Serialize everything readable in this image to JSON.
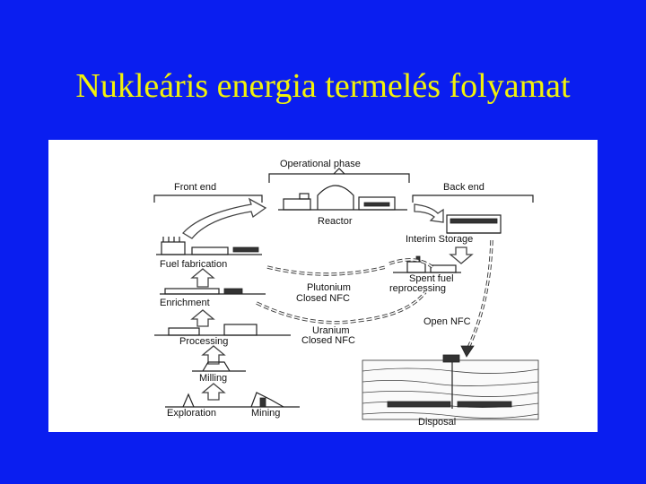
{
  "slide": {
    "title": "Nukleáris energia termelés folyamat"
  },
  "diagram": {
    "phases": {
      "operational": "Operational phase",
      "front_end": "Front end",
      "back_end": "Back end"
    },
    "stages": {
      "reactor": "Reactor",
      "interim_storage": "Interim Storage",
      "spent_fuel_reprocessing_line1": "Spent fuel",
      "spent_fuel_reprocessing_line2": "reprocessing",
      "fuel_fabrication": "Fuel fabrication",
      "enrichment": "Enrichment",
      "processing": "Processing",
      "milling": "Milling",
      "exploration": "Exploration",
      "mining": "Mining",
      "disposal": "Disposal"
    },
    "cycles": {
      "plutonium_line1": "Plutonium",
      "plutonium_line2": "Closed NFC",
      "uranium_line1": "Uranium",
      "uranium_line2": "Closed NFC",
      "open_nfc": "Open NFC"
    }
  }
}
